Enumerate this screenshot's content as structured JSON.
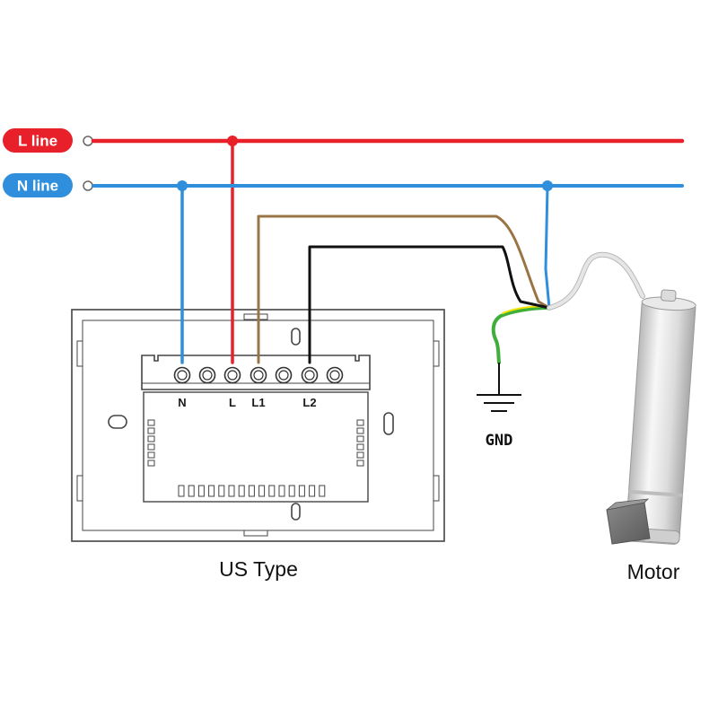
{
  "lines": {
    "l_line": {
      "label": "L line",
      "color": "#e8202a"
    },
    "n_line": {
      "label": "N line",
      "color": "#2f8fdc"
    }
  },
  "wires": {
    "load_l1_color": "#9b7446",
    "load_l2_color": "#111111",
    "ground_colors": [
      "#f2e400",
      "#3fae3a"
    ],
    "motor_cable_color": "#e6e6e6"
  },
  "switch": {
    "terminals": [
      "N",
      "L",
      "L1",
      "L2"
    ],
    "caption": "US Type"
  },
  "ground": {
    "label": "GND"
  },
  "motor": {
    "caption": "Motor"
  }
}
